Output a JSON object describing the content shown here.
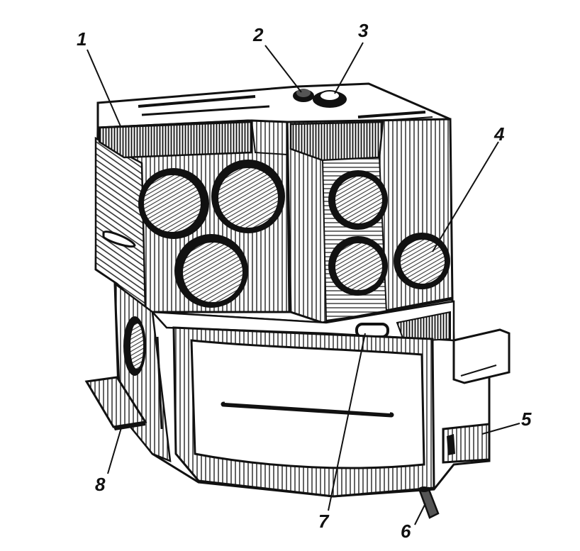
{
  "figure": {
    "subject": "device-illustration",
    "callouts": [
      {
        "id": "1",
        "label": "1"
      },
      {
        "id": "2",
        "label": "2"
      },
      {
        "id": "3",
        "label": "3"
      },
      {
        "id": "4",
        "label": "4"
      },
      {
        "id": "5",
        "label": "5"
      },
      {
        "id": "6",
        "label": "6"
      },
      {
        "id": "7",
        "label": "7"
      },
      {
        "id": "8",
        "label": "8"
      }
    ],
    "colors": {
      "ink": "#111111",
      "paper": "#ffffff",
      "shade": "#555555"
    }
  }
}
